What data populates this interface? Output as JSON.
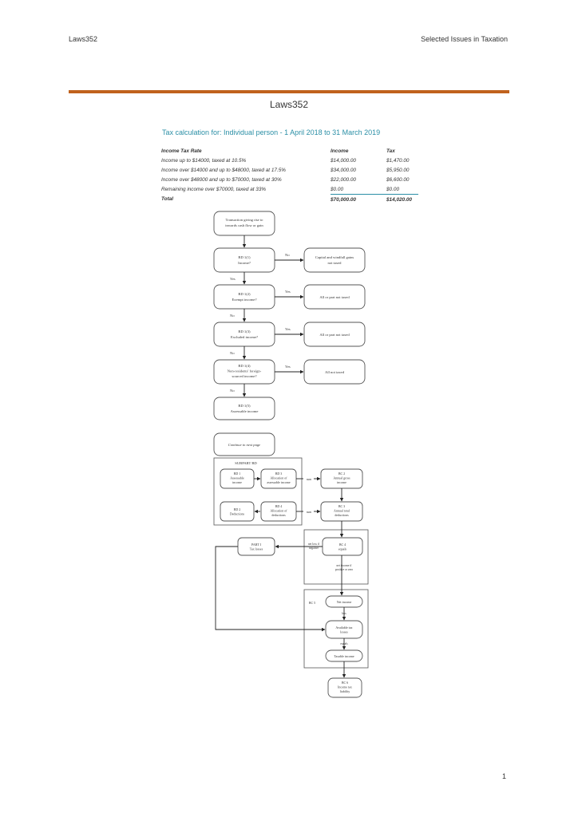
{
  "header": {
    "left": "Laws352",
    "right": "Selected Issues in Taxation"
  },
  "doc_title": "Laws352",
  "calc_title": "Tax calculation for: Individual person - 1 April 2018 to 31 March 2019",
  "tax_table": {
    "headers": [
      "Income Tax Rate",
      "Income",
      "Tax"
    ],
    "rows": [
      [
        "Income up to $14000, taxed at 10.5%",
        "$14,000.00",
        "$1,470.00"
      ],
      [
        "Income over $14000 and up to $48000, taxed at 17.5%",
        "$34,000.00",
        "$5,950.00"
      ],
      [
        "Income over $48000 and up to $70000, taxed at 30%",
        "$22,000.00",
        "$6,600.00"
      ],
      [
        "Remaining income over $70000, taxed at 33%",
        "$0.00",
        "$0.00"
      ]
    ],
    "total": [
      "Total",
      "$70,000.00",
      "$14,020.00"
    ]
  },
  "flowchart": {
    "start": [
      "Transaction giving rise to",
      "inwards cash flow or gain"
    ],
    "bd1_1": [
      "BD 1(1)",
      "Income?"
    ],
    "bd1_1_no": "No",
    "capital": [
      "Capital and windfall gains",
      "not taxed"
    ],
    "yes1": "Yes",
    "bd1_2": [
      "BD 1(2)",
      "Exempt income?"
    ],
    "bd1_2_yes": "Yes",
    "exempt": "All or part not taxed",
    "no2": "No",
    "bd1_3": [
      "BD 1(3)",
      "Excluded income?"
    ],
    "bd1_3_yes": "Yes",
    "excluded": "All or part not taxed",
    "no3": "No",
    "bd1_4": [
      "BD 1(4)",
      "Non-residents' foreign-",
      "sourced income?"
    ],
    "bd1_4_yes": "Yes",
    "notaxed": "All not taxed",
    "no4": "No",
    "bd1_5": [
      "BD 1(5)",
      "Assessable income"
    ],
    "continue": "Continue to next page",
    "subpart": "SUBPART BD",
    "bd1": [
      "BD 1",
      "Assessable",
      "income"
    ],
    "bd3": [
      "BD 3",
      "Allocation of",
      "assessable income"
    ],
    "sum1": "sum",
    "bc2": [
      "BC 2",
      "Annual gross",
      "income"
    ],
    "bd2": [
      "BD 2",
      "Deductions"
    ],
    "bd4": [
      "BD 4",
      "Allocation of",
      "deductions"
    ],
    "sum2": "sum",
    "bc3": [
      "BC 3",
      "Annual total",
      "deductions"
    ],
    "part1": [
      "PART I",
      "Tax losses"
    ],
    "netloss": [
      "net loss if",
      "negative"
    ],
    "bc4": [
      "BC 4",
      "equals"
    ],
    "netincome_note": [
      "net income if",
      "positive or zero"
    ],
    "bc5": "BC 5",
    "net_income": "Net income",
    "less": "less",
    "available": [
      "Available tax",
      "losses"
    ],
    "equals": "equals",
    "taxable": "Taxable income",
    "bc6": [
      "BC 6",
      "Income tax",
      "liability"
    ]
  },
  "page_number": "1"
}
